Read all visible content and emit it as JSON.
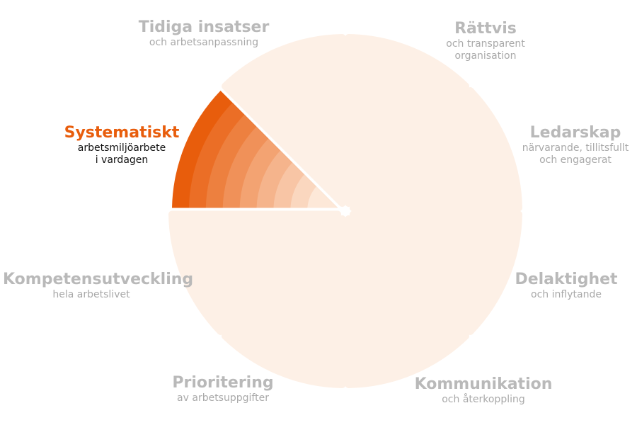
{
  "colors": {
    "accent": "#e85d0c",
    "segment_fill": "#fdf0e6",
    "segment_fill_light": "#fbe9dc",
    "label_inactive": "#b9b9b9",
    "sublabel_inactive": "#a9a9a9",
    "sublabel_active": "#111111"
  },
  "diagram": {
    "segments": [
      {
        "id": "rattvis",
        "title": "Rättvis",
        "subtitle_lines": [
          "och transparent",
          "organisation"
        ],
        "active": false,
        "fill_level": 0
      },
      {
        "id": "ledarskap",
        "title": "Ledarskap",
        "subtitle_lines": [
          "närvarande, tillitsfullt",
          "och engagerat"
        ],
        "active": false,
        "fill_level": 0
      },
      {
        "id": "delaktighet",
        "title": "Delaktighet",
        "subtitle_lines": [
          "och inflytande"
        ],
        "active": false,
        "fill_level": 0
      },
      {
        "id": "kommunikation",
        "title": "Kommunikation",
        "subtitle_lines": [
          "och återkoppling"
        ],
        "active": false,
        "fill_level": 0
      },
      {
        "id": "prioritering",
        "title": "Prioritering",
        "subtitle_lines": [
          "av arbetsuppgifter"
        ],
        "active": false,
        "fill_level": 0
      },
      {
        "id": "kompetensutveckling",
        "title": "Kompetensutveckling",
        "subtitle_lines": [
          "hela arbetslivet"
        ],
        "active": false,
        "fill_level": 0
      },
      {
        "id": "systematiskt",
        "title": "Systematiskt",
        "subtitle_lines": [
          "arbetsmiljöarbete",
          "i vardagen"
        ],
        "active": true,
        "fill_level": 1
      },
      {
        "id": "tidiga",
        "title": "Tidiga insatser",
        "subtitle_lines": [
          "och arbetsanpassning"
        ],
        "active": false,
        "fill_level": 0
      }
    ]
  }
}
